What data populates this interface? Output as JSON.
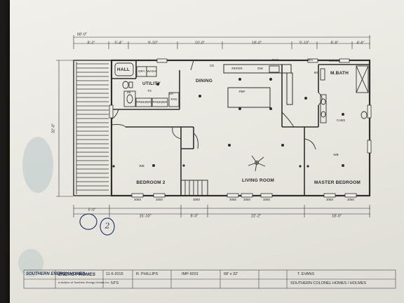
{
  "overall_width": "68'-0\"",
  "overall_depth": "32'-0\"",
  "top_dims": [
    "8'-2\"",
    "5'-4\"",
    "9'-10\"",
    "10'-0\"",
    "18'-0\"",
    "5'-10\"",
    "8'-8\"",
    "4'-6\""
  ],
  "bottom_dims": [
    "5'-0\"",
    "15'-10\"",
    "8'-0\"",
    "22'-2\"",
    "18'-0\""
  ],
  "rooms": {
    "hall_bath": "HALL",
    "utility": "UTILITY",
    "dining": "DINING",
    "bedroom2": "BEDROOM 2",
    "living": "LIVING ROOM",
    "master_bedroom": "MASTER BEDROOM",
    "master_bath": "M.BATH"
  },
  "fixtures": {
    "dryer": "DRY",
    "washer": "WASH",
    "freezer_left": "FREEZER",
    "freezer_right": "FREEZER",
    "pantry": "PAN",
    "refrigerator": "REFER",
    "dishwasher": "DW",
    "range_hood": "4640",
    "bath_cabinet": "4444SG",
    "cabinet": "CABS",
    "ceiling_fan_dining": "CD",
    "wb_bedroom2": "WB",
    "wb_master": "WB",
    "wh": "WH",
    "de": "DE",
    "ts": "TS",
    "sh": "SH",
    "pbp": "PBP",
    "ms": "MS"
  },
  "window_sizes": [
    "3060",
    "3060",
    "3060",
    "3060",
    "3060",
    "3060",
    "3060",
    "3060"
  ],
  "title_block": {
    "company": "ENERGY HOMES",
    "company_sub": "a division of Southern Energy Homes Inc",
    "logo": "SOUTHERN ENERGY HOMES",
    "date": "11-5-2015",
    "drawn_by": "R. PHILLIPS",
    "scale": "NTS",
    "model": "IMP-9201",
    "size": "68' x 32'",
    "customer": "T. EVANS",
    "dealer": "SOUTHERN COLONEL HOMES / HOLMES"
  },
  "handwritten_note": "2"
}
